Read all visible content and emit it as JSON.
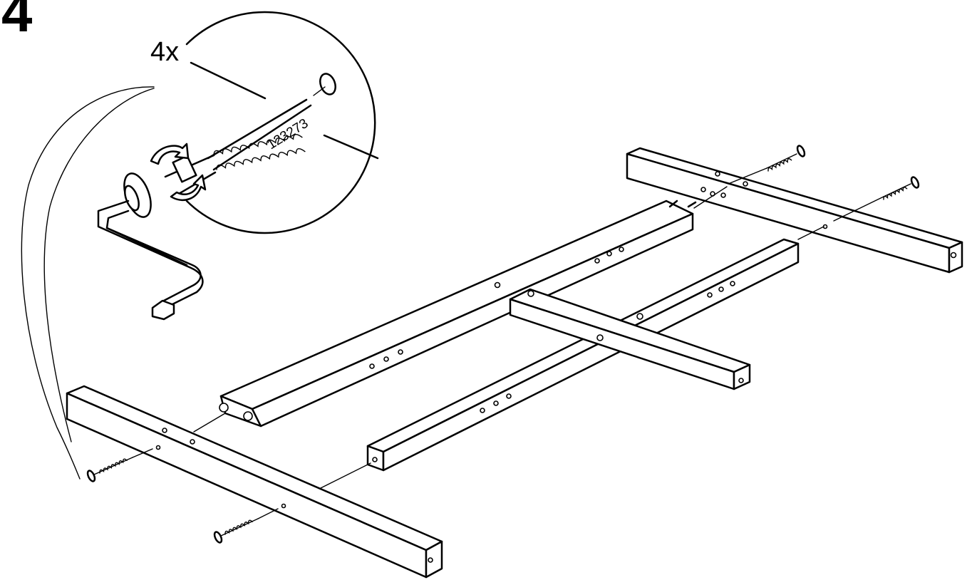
{
  "step": {
    "number": "4",
    "quantity": "4x",
    "part_number": "123273"
  },
  "icons": {
    "screw": "screw-icon",
    "allen_key": "allen-key-icon",
    "rotation": "rotation-arrow-icon"
  },
  "colors": {
    "ink": "#000000",
    "paper": "#ffffff"
  }
}
